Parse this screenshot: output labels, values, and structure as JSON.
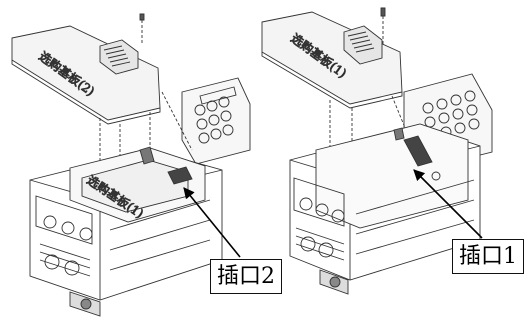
{
  "labels": {
    "left_upper_board": "选购基板(2)",
    "left_lower_board": "选购基板(1)",
    "right_board": "选购基板(1)"
  },
  "callouts": {
    "left": "插口2",
    "right": "插口1"
  }
}
